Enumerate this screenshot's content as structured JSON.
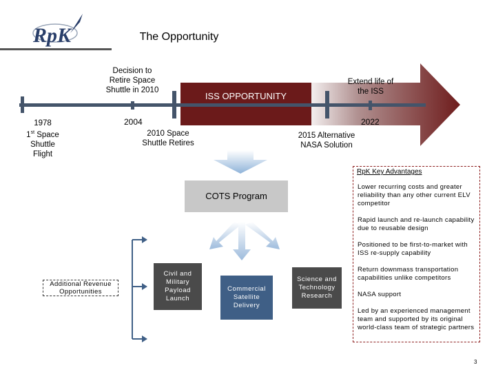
{
  "header": {
    "logo_text": "RpK",
    "title": "The Opportunity"
  },
  "timeline": {
    "decision_label": "Decision to Retire Space Shuttle in 2010",
    "first_flight_year": "1978",
    "first_flight_text_pre": "1",
    "first_flight_text_sup": "st",
    "first_flight_text_post": " Space Shuttle Flight",
    "year_2004": "2004",
    "retire_label": "2010 Space Shuttle Retires",
    "iss_opportunity": "ISS OPPORTUNITY",
    "extend_label": "Extend life of the ISS",
    "year_2022": "2022",
    "alt_label": "2015 Alternative NASA Solution"
  },
  "cots": {
    "label": "COTS Program"
  },
  "outcomes": {
    "additional": "Additional Revenue Opportunities",
    "civil": "Civil and Military Payload Launch",
    "commercial": "Commercial Satellite Delivery",
    "science": "Science and Technology Research"
  },
  "advantages": {
    "heading": "RpK Key Advantages",
    "items": [
      "Lower recurring costs and greater reliability than any other current ELV competitor",
      "Rapid launch and re-launch capability due to reusable design",
      "Positioned to be first-to-market with ISS re-supply capability",
      "Return downmass transportation capabilities unlike competitors",
      "NASA support",
      "Led by an experienced management team and supported by its original world-class team of strategic partners"
    ]
  },
  "page_number": "3",
  "colors": {
    "timeline_bar": "#6b1a1a",
    "arrow_dark": "#7a2020",
    "timeline_marker": "#44546a",
    "box_gray": "#4a4a4a",
    "box_blue": "#3f5f86",
    "advantages_border": "#8b1a1a"
  }
}
